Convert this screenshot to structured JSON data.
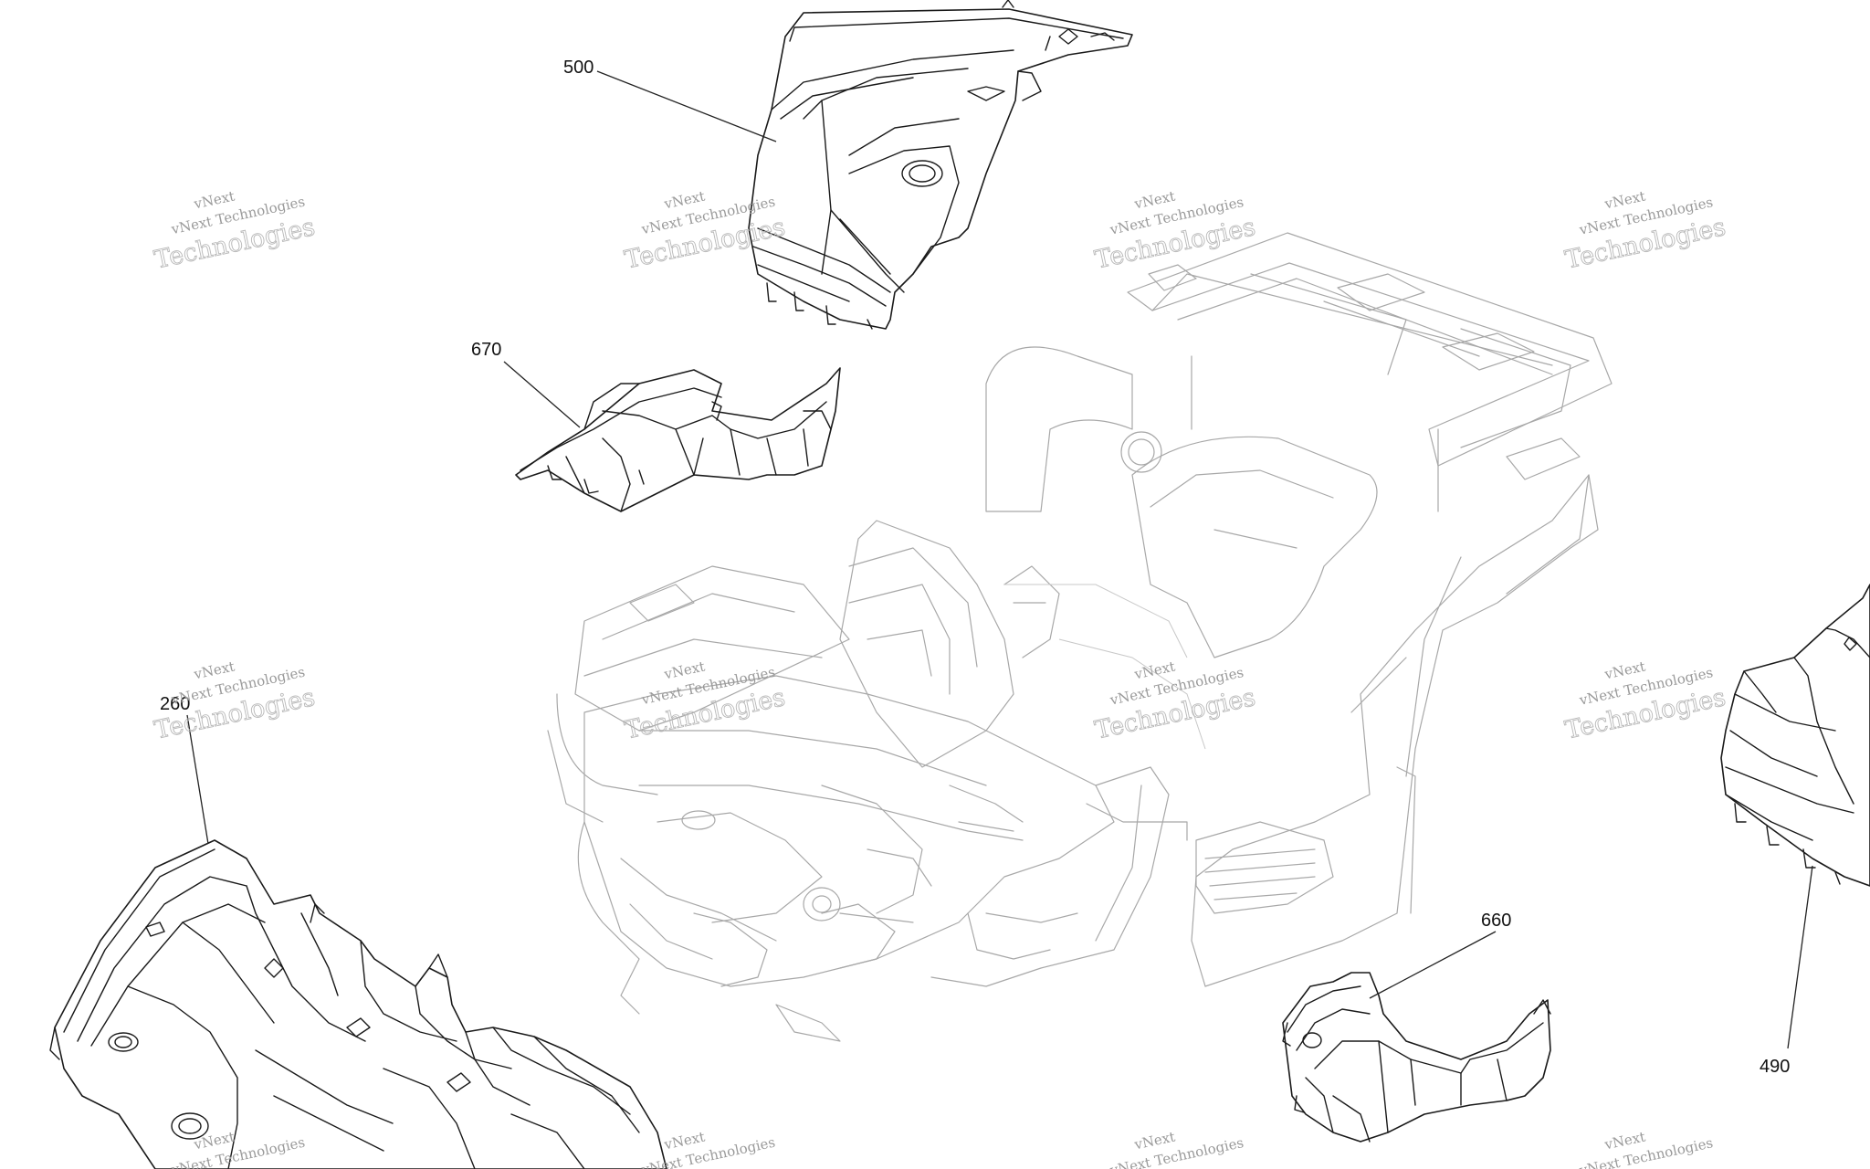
{
  "callouts": [
    {
      "label": "500"
    },
    {
      "label": "670"
    },
    {
      "label": "260"
    },
    {
      "label": "660"
    },
    {
      "label": "490"
    }
  ],
  "watermark": {
    "line1": "vNext Technologies",
    "line2": "Technologies",
    "prefix": "vNext"
  },
  "colors": {
    "line": "#1a1a1a",
    "ghost_line": "#a8a8a8",
    "watermark": "#9a9a9a",
    "background": "#ffffff"
  }
}
